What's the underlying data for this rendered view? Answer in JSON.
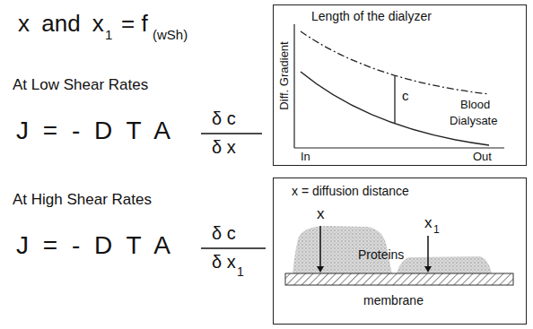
{
  "diagram": {
    "nodes": [
      {
        "text": [
          "Length of the dialyzer",
          "Diff. Gradient",
          "c",
          "Blood",
          "Dialysate",
          "In",
          "Out"
        ]
      },
      {
        "text": [
          "x = diffusion distance",
          "x",
          "x",
          "1",
          "Proteins",
          "membrane"
        ]
      }
    ],
    "labels": [
      "x and x",
      "1",
      "= f",
      "(wSh)",
      "At Low Shear Rates",
      "J = - D T A",
      "δ c",
      "δ x",
      "At High Shear Rates",
      "J = - D T A",
      "δ c",
      "δ x",
      "1"
    ]
  }
}
